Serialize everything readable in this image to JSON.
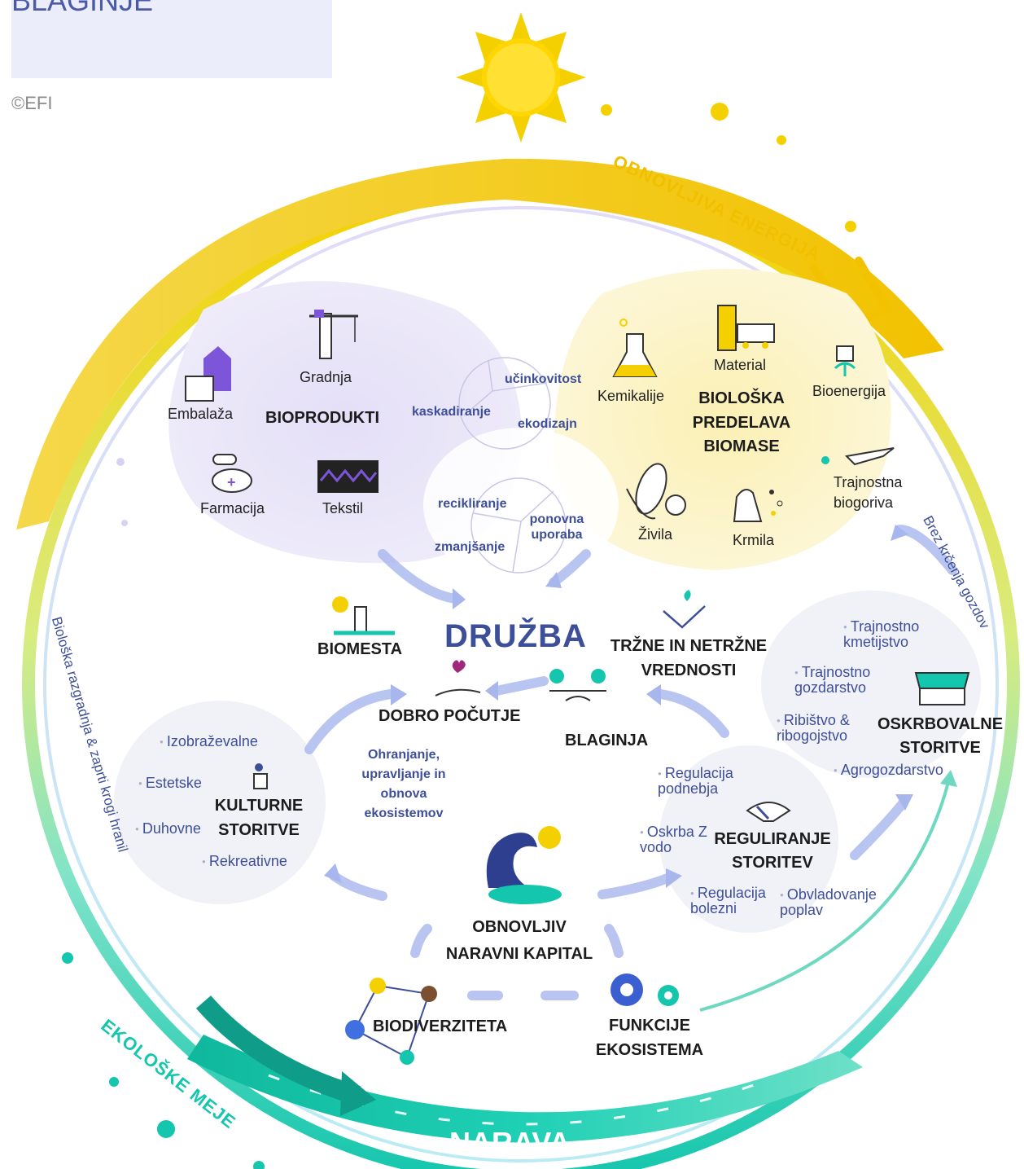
{
  "header": {
    "title_fragment": "BLAGINJE",
    "credit": "©EFI"
  },
  "arcs": {
    "top": "OBNOVLJIVA ENERGIJA",
    "bottom_left": "EKOLOŠKE MEJE",
    "left_side": "Biološka razgradnja & zaprti krogi hranil",
    "right_side": "Brez krčenja gozdov"
  },
  "bioproducts": {
    "title": "BIOPRODUKTI",
    "items": [
      "Embalaža",
      "Gradnja",
      "Farmacija",
      "Tekstil"
    ]
  },
  "circularity": {
    "upper": [
      "učinkovitost",
      "kaskadiranje",
      "ekodizajn"
    ],
    "lower": [
      "recikliranje",
      "ponovna uporaba",
      "zmanjšanje"
    ]
  },
  "bioprocessing": {
    "title_lines": [
      "BIOLOŠKA",
      "PREDELAVA",
      "BIOMASE"
    ],
    "items": [
      "Kemikalije",
      "Material",
      "Bioenergija",
      "Trajnostna biogoriva",
      "Živila",
      "Krmila"
    ]
  },
  "society": {
    "title": "DRUŽBA",
    "biomesta": "BIOMESTA",
    "markets_lines": [
      "TRŽNE IN NETRŽNE",
      "VREDNOSTI"
    ],
    "wellbeing": "DOBRO POČUTJE",
    "welfare": "BLAGINJA"
  },
  "conservation_lines": [
    "Ohranjanje,",
    "upravljanje in",
    "obnova",
    "ekosistemov"
  ],
  "cultural": {
    "title_lines": [
      "KULTURNE",
      "STORITVE"
    ],
    "items": [
      "Izobraževalne",
      "Estetske",
      "Duhovne",
      "Rekreativne"
    ]
  },
  "provisioning": {
    "title_lines": [
      "OSKRBOVALNE",
      "STORITVE"
    ],
    "items": [
      "Trajnostno kmetijstvo",
      "Trajnostno gozdarstvo",
      "Ribištvo & ribogojstvo",
      "Agrogozdarstvo"
    ]
  },
  "regulating": {
    "title_lines": [
      "REGULIRANJE",
      "STORITEV"
    ],
    "items": [
      "Regulacija podnebja",
      "Oskrba Z vodo",
      "Regulacija bolezni",
      "Obvladovanje poplav"
    ]
  },
  "capital_lines": [
    "OBNOVLJIV",
    "NARAVNI KAPITAL"
  ],
  "biodiversity": "BIODIVERZITETA",
  "functions_lines": [
    "FUNKCIJE",
    "EKOSISTEMA"
  ],
  "nature": "NARAVA",
  "colors": {
    "blue": "#3e4f9a",
    "yellow": "#f2c500",
    "teal": "#1ec9b0",
    "lavender": "#ece8f8",
    "cream": "#fdf6d2"
  }
}
